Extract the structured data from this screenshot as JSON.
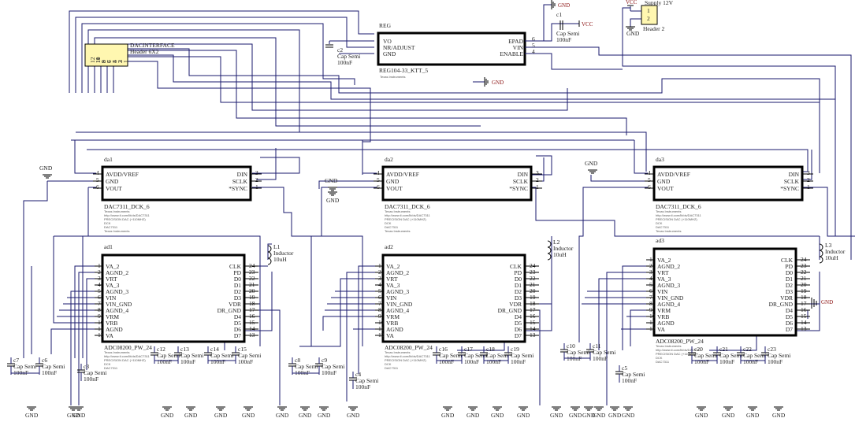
{
  "nets": {
    "gnd": "GND",
    "vcc": "VCC"
  },
  "supply": {
    "label": "Supply 12V",
    "header": "Header 2",
    "pins": [
      "1",
      "2"
    ]
  },
  "header": {
    "name": "DACINTERFACE",
    "type": "Header 6X2",
    "pins": [
      "12",
      "10",
      "8",
      "6",
      "4",
      "2",
      "11",
      "9",
      "7",
      "5",
      "3",
      "1"
    ]
  },
  "regulator": {
    "ref": "REG",
    "part": "REG104-33_KTT_5",
    "left_pins": [
      "VO",
      "NR/ADJUST",
      "GND"
    ],
    "right_pins": [
      "EPAD",
      "VIN",
      "ENABLE"
    ],
    "right_nums": [
      "6",
      "5",
      "4"
    ]
  },
  "dacs": [
    {
      "ref": "da1",
      "part": "DAC7311_DCK_6"
    },
    {
      "ref": "da2",
      "part": "DAC7311_DCK_6"
    },
    {
      "ref": "da3",
      "part": "DAC7311_DCK_6"
    }
  ],
  "dac_pins": {
    "left": [
      "AVDD/VREF",
      "GND",
      "VOUT"
    ],
    "left_nums": [
      "4",
      "5",
      "6"
    ],
    "right": [
      "DIN",
      "SCLK",
      "*SYNC"
    ],
    "right_nums": [
      "3",
      "2",
      "1"
    ]
  },
  "dac_info": [
    "Texas Instruments",
    "http://www.ti.com/lit/ds/DAC7311",
    "PRECISION DAC (+110MHZ)",
    "DCK",
    "DAC7311",
    "Texas Instruments"
  ],
  "adcs": [
    {
      "ref": "ad1",
      "part": "ADC08200_PW_24"
    },
    {
      "ref": "ad2",
      "part": "ADC08200_PW_24"
    },
    {
      "ref": "ad3",
      "part": "ADC08200_PW_24"
    }
  ],
  "adc_pins": {
    "left": [
      "VA_2",
      "AGND_2",
      "VRT",
      "VA_3",
      "AGND_3",
      "VIN",
      "VIN_GND",
      "AGND_4",
      "VRM",
      "VRB",
      "AGND",
      "VA"
    ],
    "left_nums": [
      "1",
      "2",
      "3",
      "4",
      "5",
      "6",
      "7",
      "8",
      "9",
      "10",
      "11",
      "12"
    ],
    "right": [
      "CLK",
      "PD",
      "D0",
      "D1",
      "D2",
      "D3",
      "VDR",
      "DR_GND",
      "D4",
      "D5",
      "D6",
      "D7"
    ],
    "right_nums": [
      "24",
      "23",
      "22",
      "21",
      "20",
      "19",
      "18",
      "17",
      "16",
      "15",
      "14",
      "13"
    ]
  },
  "inductors": [
    {
      "ref": "L1",
      "type": "Inductor",
      "value": "10uH"
    },
    {
      "ref": "L2",
      "type": "Inductor",
      "value": "10uH"
    },
    {
      "ref": "L3",
      "type": "Inductor",
      "value": "10uH"
    }
  ],
  "cap_type": "Cap Semi",
  "cap_value": "100nF",
  "caps": [
    "c1",
    "c2",
    "c3",
    "c4",
    "c5",
    "c6",
    "c7",
    "c8",
    "c9",
    "c10",
    "c11",
    "c12",
    "c13",
    "c14",
    "c15",
    "c16",
    "c17",
    "c18",
    "c19",
    "c20",
    "c21",
    "c22",
    "c23"
  ]
}
